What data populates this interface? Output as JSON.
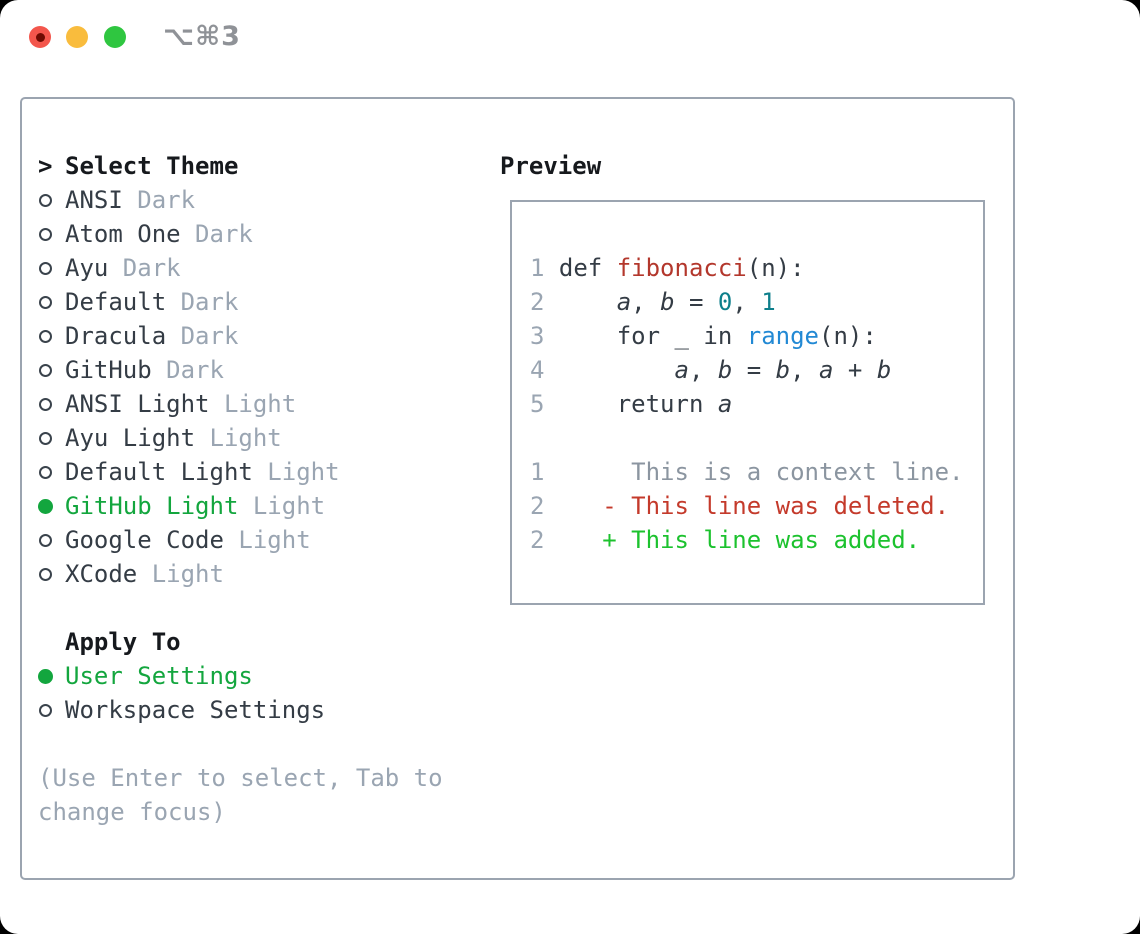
{
  "titlebar": {
    "title": "⌥⌘3"
  },
  "theme_picker": {
    "prompt": ">",
    "header": "Select Theme",
    "themes": [
      {
        "label": "ANSI",
        "variant": "Dark",
        "selected": false
      },
      {
        "label": "Atom One",
        "variant": "Dark",
        "selected": false
      },
      {
        "label": "Ayu",
        "variant": "Dark",
        "selected": false
      },
      {
        "label": "Default",
        "variant": "Dark",
        "selected": false
      },
      {
        "label": "Dracula",
        "variant": "Dark",
        "selected": false
      },
      {
        "label": "GitHub",
        "variant": "Dark",
        "selected": false
      },
      {
        "label": "ANSI Light",
        "variant": "Light",
        "selected": false
      },
      {
        "label": "Ayu Light",
        "variant": "Light",
        "selected": false
      },
      {
        "label": "Default Light",
        "variant": "Light",
        "selected": false
      },
      {
        "label": "GitHub Light",
        "variant": "Light",
        "selected": true
      },
      {
        "label": "Google Code",
        "variant": "Light",
        "selected": false
      },
      {
        "label": "XCode",
        "variant": "Light",
        "selected": false
      }
    ],
    "apply_to": {
      "header": "Apply To",
      "options": [
        {
          "label": "User Settings",
          "selected": true
        },
        {
          "label": "Workspace Settings",
          "selected": false
        }
      ]
    },
    "hint": "(Use Enter to select, Tab to change focus)"
  },
  "preview": {
    "header": "Preview",
    "code_lines": [
      {
        "num": "1",
        "segments": [
          {
            "text": " ",
            "style": "plain"
          },
          {
            "text": "def ",
            "style": "plain"
          },
          {
            "text": "fibonacci",
            "style": "function"
          },
          {
            "text": "(n):",
            "style": "plain"
          }
        ]
      },
      {
        "num": "2",
        "segments": [
          {
            "text": "     ",
            "style": "plain"
          },
          {
            "text": "a",
            "style": "variable"
          },
          {
            "text": ", ",
            "style": "plain"
          },
          {
            "text": "b",
            "style": "variable"
          },
          {
            "text": " = ",
            "style": "plain"
          },
          {
            "text": "0",
            "style": "number"
          },
          {
            "text": ", ",
            "style": "plain"
          },
          {
            "text": "1",
            "style": "number"
          }
        ]
      },
      {
        "num": "3",
        "segments": [
          {
            "text": "     for _ in ",
            "style": "plain"
          },
          {
            "text": "range",
            "style": "builtin"
          },
          {
            "text": "(n):",
            "style": "plain"
          }
        ]
      },
      {
        "num": "4",
        "segments": [
          {
            "text": "         ",
            "style": "plain"
          },
          {
            "text": "a",
            "style": "variable"
          },
          {
            "text": ", ",
            "style": "plain"
          },
          {
            "text": "b",
            "style": "variable"
          },
          {
            "text": " = ",
            "style": "plain"
          },
          {
            "text": "b",
            "style": "variable"
          },
          {
            "text": ", ",
            "style": "plain"
          },
          {
            "text": "a",
            "style": "variable"
          },
          {
            "text": " + ",
            "style": "plain"
          },
          {
            "text": "b",
            "style": "variable"
          }
        ]
      },
      {
        "num": "5",
        "segments": [
          {
            "text": "     return ",
            "style": "plain"
          },
          {
            "text": "a",
            "style": "variable"
          }
        ]
      },
      {
        "num": "",
        "segments": []
      },
      {
        "num": "1",
        "segments": [
          {
            "text": "      This is a context line.",
            "style": "context"
          }
        ]
      },
      {
        "num": "2",
        "segments": [
          {
            "text": "    ",
            "style": "plain"
          },
          {
            "text": "- This line was deleted.",
            "style": "deleted"
          }
        ]
      },
      {
        "num": "2",
        "segments": [
          {
            "text": "    ",
            "style": "plain"
          },
          {
            "text": "+ This line was added.",
            "style": "added"
          }
        ]
      }
    ]
  },
  "colors": {
    "tl_close": "#f3564c",
    "tl_close_dot": "#6e0b02",
    "tl_min": "#f9bc3d",
    "tl_zoom": "#2fc640",
    "border": "#9ba4b0",
    "text_dark": "#343c45",
    "text_muted": "#9aa5b2",
    "context_gray": "#8b95a0",
    "selection_green": "#13a63e",
    "added_green": "#1cc22e",
    "deleted_red": "#c43a2b",
    "function_red": "#b3372c",
    "number_teal": "#0e7f8b",
    "builtin_blue": "#2289d4"
  }
}
